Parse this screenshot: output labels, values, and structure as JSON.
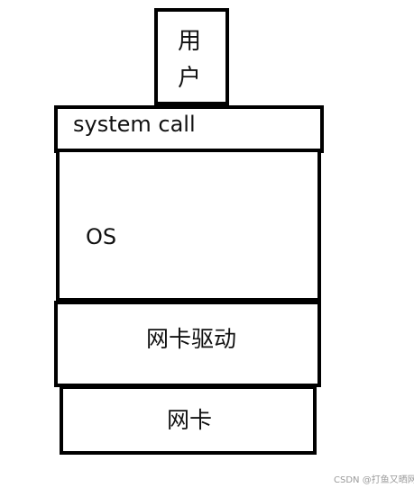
{
  "diagram": {
    "layers": {
      "user": {
        "line1": "用",
        "line2": "户"
      },
      "system_call": {
        "label": "system call"
      },
      "os": {
        "label": "OS"
      },
      "driver": {
        "label": "网卡驱动"
      },
      "nic": {
        "label": "网卡"
      }
    }
  },
  "watermark": {
    "text": "CSDN @打鱼又晒网"
  },
  "colors": {
    "border": "#000000",
    "background": "#ffffff",
    "text": "#111111",
    "watermark": "#9a9a9a"
  }
}
